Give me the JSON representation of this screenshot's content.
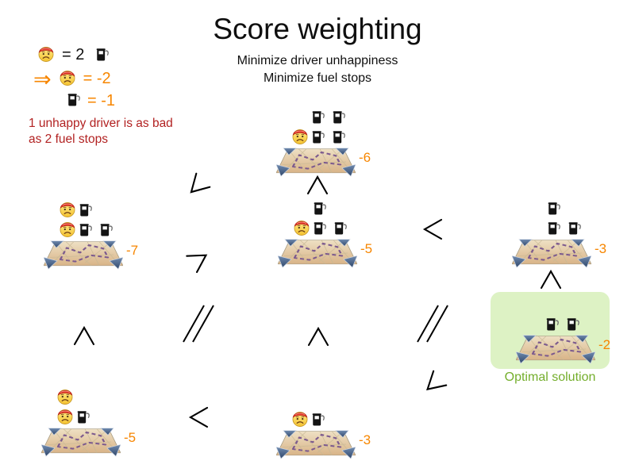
{
  "title": "Score weighting",
  "subtitle": [
    "Minimize driver unhappiness",
    "Minimize fuel stops"
  ],
  "legend": {
    "arrow": "⇒",
    "definition": "= 2",
    "driver_weight": "= -2",
    "fuel_weight": "= -1",
    "note1": "1 unhappy driver is as bad",
    "note2": "as 2 fuel stops"
  },
  "symbols": {
    "less_than": "<",
    "incomparable": "//"
  },
  "colors": {
    "score_orange": "#f78600",
    "note_red": "#b22222",
    "optimal_green_text": "#74ae2c",
    "optimal_green_bg": "#ddf2c4"
  },
  "solutions": [
    {
      "name": "top-center",
      "score": "-6",
      "rows": [
        [
          null,
          "pump",
          "pump"
        ],
        [
          "driver",
          "pump",
          "pump"
        ]
      ]
    },
    {
      "name": "mid-left",
      "score": "-7",
      "rows": [
        [
          "driver",
          "pump",
          null
        ],
        [
          "driver",
          "pump",
          "pump"
        ]
      ]
    },
    {
      "name": "mid-center",
      "score": "-5",
      "rows": [
        [
          null,
          "pump",
          null
        ],
        [
          "driver",
          "pump",
          "pump"
        ]
      ]
    },
    {
      "name": "mid-right",
      "score": "-3",
      "rows": [
        [
          null,
          "pump",
          null
        ],
        [
          null,
          "pump",
          "pump"
        ]
      ]
    },
    {
      "name": "optimal",
      "score": "-2",
      "rows": [
        [
          null,
          "pump",
          "pump"
        ]
      ],
      "label": "Optimal solution"
    },
    {
      "name": "bottom-left",
      "score": "-5",
      "rows": [
        [
          "driver",
          null,
          null
        ],
        [
          "driver",
          "pump",
          null
        ]
      ]
    },
    {
      "name": "bottom-center",
      "score": "-3",
      "rows": [
        [
          "driver",
          "pump",
          null
        ]
      ]
    }
  ]
}
